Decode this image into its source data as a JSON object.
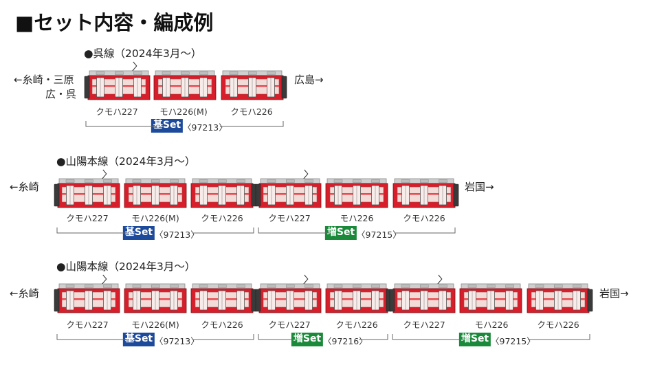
{
  "title": "■セット内容・編成例",
  "colors": {
    "body_red": "#d81e2b",
    "stripe_red": "#e84a50",
    "window_pink": "#f3dcd8",
    "roof_gray": "#cfcfcf",
    "base_badge": "#1d4a9a",
    "add_badge": "#1a8a3a"
  },
  "sections": [
    {
      "title": "●呉線（2024年3月〜）",
      "left_direction_line1": "←糸崎・三原",
      "left_direction_line2": "広・呉",
      "right_direction": "広島→",
      "cars": [
        "クモハ227",
        "モハ226(M)",
        "クモハ226"
      ],
      "sets": [
        {
          "badge": "基Set",
          "code": "〈97213〉",
          "type": "base"
        }
      ]
    },
    {
      "title": "●山陽本線（2024年3月〜）",
      "left_direction": "←糸崎",
      "right_direction": "岩国→",
      "cars": [
        "クモハ227",
        "モハ226(M)",
        "クモハ226",
        "クモハ227",
        "モハ226",
        "クモハ226"
      ],
      "sets": [
        {
          "badge": "基Set",
          "code": "〈97213〉",
          "type": "base"
        },
        {
          "badge": "増Set",
          "code": "〈97215〉",
          "type": "add"
        }
      ]
    },
    {
      "title": "●山陽本線（2024年3月〜）",
      "left_direction": "←糸崎",
      "right_direction": "岩国→",
      "cars": [
        "クモハ227",
        "モハ226(M)",
        "クモハ226",
        "クモハ227",
        "クモハ226",
        "クモハ227",
        "モハ226",
        "クモハ226"
      ],
      "sets": [
        {
          "badge": "基Set",
          "code": "〈97213〉",
          "type": "base"
        },
        {
          "badge": "増Set",
          "code": "〈97216〉",
          "type": "add"
        },
        {
          "badge": "増Set",
          "code": "〈97215〉",
          "type": "add"
        }
      ]
    }
  ]
}
